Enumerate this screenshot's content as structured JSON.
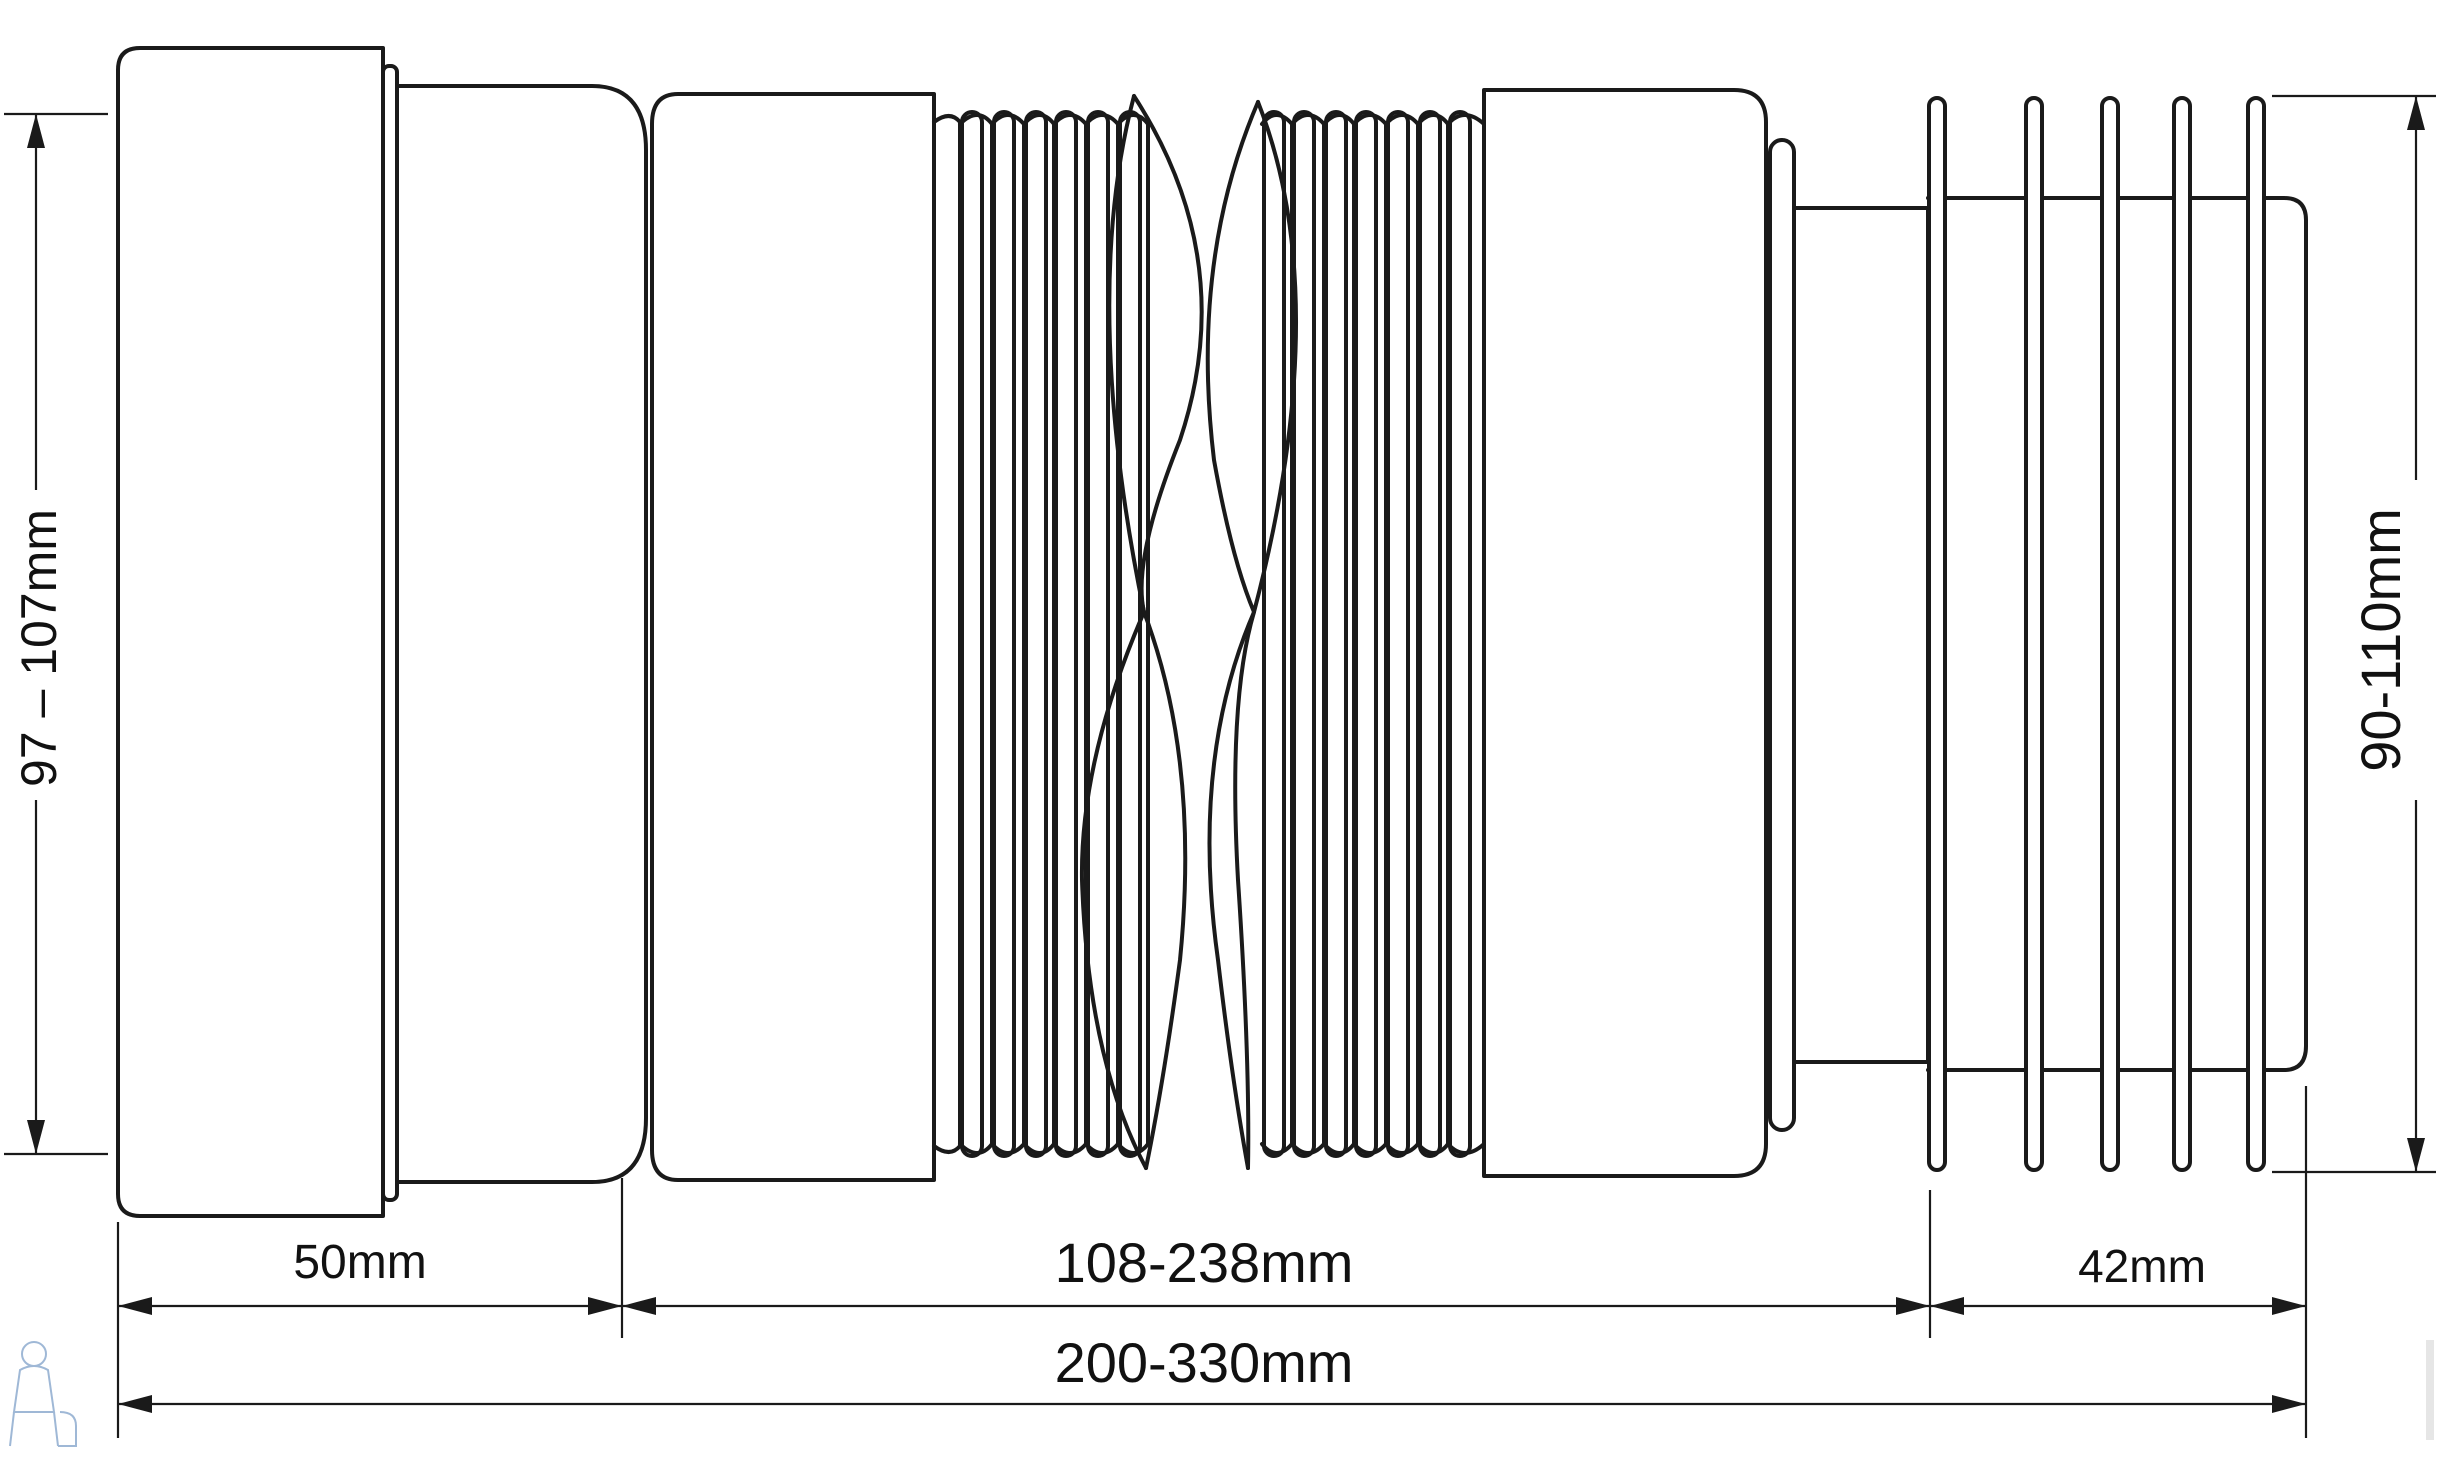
{
  "dimensions": {
    "left_height": "97 – 107mm",
    "right_height": "90-110mm",
    "socket_length": "50mm",
    "corrugated_length": "108-238mm",
    "spigot_length": "42mm",
    "total_length": "200-330mm"
  },
  "colors": {
    "line": "#1a1a1a",
    "background": "#ffffff",
    "watermark": "#9fb8d6"
  }
}
